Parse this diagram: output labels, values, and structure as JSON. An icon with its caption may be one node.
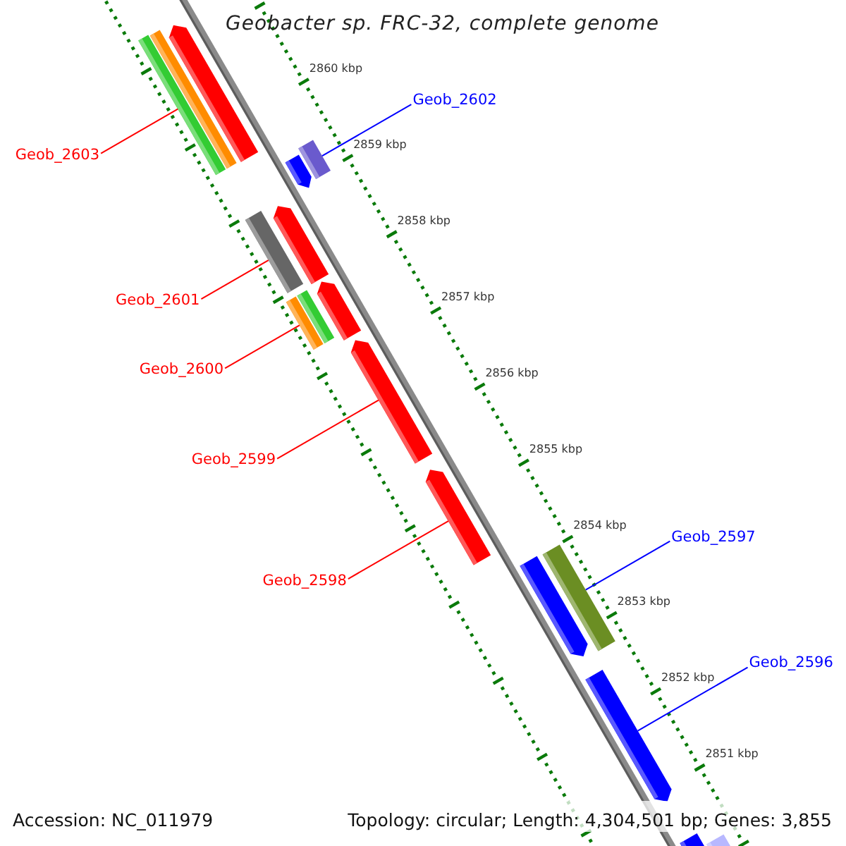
{
  "diagram": {
    "title": "Geobacter sp. FRC-32, complete genome",
    "nodes": [
      {
        "text": [],
        "shape": "bar"
      },
      {
        "text": [],
        "shape": "bar"
      },
      {
        "text": [],
        "shape": "bar"
      },
      {
        "text": [
          "Geob_2602"
        ]
      },
      {
        "text": [],
        "shape": "bar"
      },
      {
        "text": [],
        "shape": "bar"
      },
      {
        "text": [
          "Geob_2603"
        ]
      },
      {
        "text": [],
        "shape": "bar"
      },
      {
        "text": [],
        "shape": "bar"
      },
      {
        "text": [
          "Geob_2601"
        ]
      },
      {
        "text": [],
        "shape": "bar"
      },
      {
        "text": [],
        "shape": "bar"
      },
      {
        "text": [],
        "shape": "bar"
      },
      {
        "text": [
          "Geob_2600"
        ]
      },
      {
        "text": [],
        "shape": "bar"
      },
      {
        "text": [
          "Geob_2599"
        ]
      },
      {
        "text": [],
        "shape": "bar"
      },
      {
        "text": [
          "Geob_2597"
        ]
      },
      {
        "text": [],
        "shape": "bar"
      },
      {
        "text": [],
        "shape": "bar"
      },
      {
        "text": [
          "Geob_2598"
        ]
      },
      {
        "text": [],
        "shape": "bar"
      },
      {
        "text": [
          "Geob_2596"
        ]
      },
      {
        "text": [],
        "shape": "bar"
      },
      {
        "text": [],
        "shape": "bar"
      }
    ],
    "edges": [
      {
        "from": 3,
        "to": 4,
        "arrow": "none",
        "color": "#0000ff"
      },
      {
        "from": 6,
        "to": 2,
        "arrow": "none"
      },
      {
        "from": 9,
        "to": 7,
        "arrow": "none"
      },
      {
        "from": 13,
        "to": 10,
        "arrow": "none"
      },
      {
        "from": 15,
        "to": 14,
        "arrow": "none"
      },
      {
        "from": 17,
        "to": 19,
        "arrow": "none",
        "color": "#0000ff"
      },
      {
        "from": 20,
        "to": 16,
        "arrow": "none"
      },
      {
        "from": 22,
        "to": 21,
        "arrow": "none",
        "color": "#0000ff"
      }
    ],
    "labels": [
      "2860 kbp",
      "2859 kbp",
      "2858 kbp",
      "2857 kbp",
      "2856 kbp",
      "2855 kbp",
      "2854 kbp",
      "2853 kbp",
      "2852 kbp",
      "2851 kbp",
      "Accession: NC_011979",
      "Topology: circular; Length: 4,304,501 bp; Genes: 3,855"
    ]
  }
}
